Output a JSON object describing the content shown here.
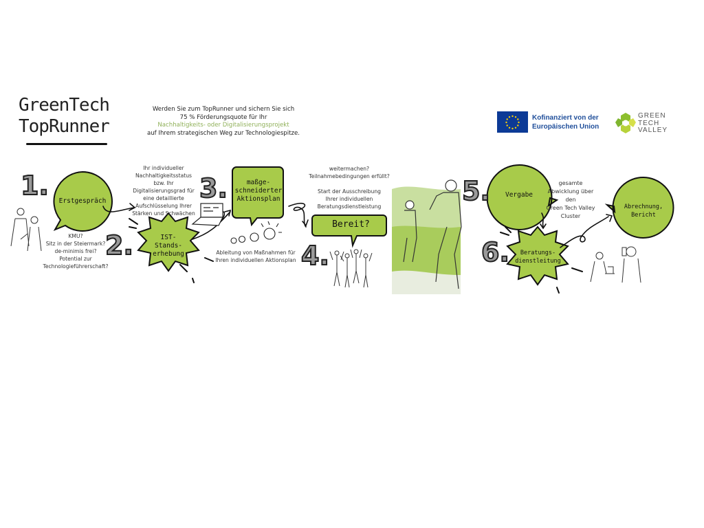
{
  "header": {
    "title_line1": "GreenTech",
    "title_line2": "TopRunner",
    "intro_lines": [
      "Werden Sie zum TopRunner und sichern Sie sich",
      "75 % Förderungsquote für Ihr"
    ],
    "intro_highlight": "Nachhaltigkeits- oder Digitalisierungsprojekt",
    "intro_last": "auf Ihrem strategischen Weg zur Technologiespitze.",
    "eu_line1": "Kofinanziert von der",
    "eu_line2": "Europäischen Union",
    "gtv_lines": [
      "GREEN",
      "TECH",
      "VALLEY"
    ]
  },
  "colors": {
    "accent": "#a8cb4a",
    "eu_blue": "#1f4e9a",
    "eu_flag": "#0c3a96",
    "eu_star": "#ffd200",
    "highlight_text": "#8fb058"
  },
  "steps": [
    {
      "number": "1.",
      "label": "Erstgespräch",
      "notes": [
        "KMU?",
        "Sitz in der Steiermark?",
        "de-minimis frei?",
        "Potential zur",
        "Technologieführerschaft?"
      ]
    },
    {
      "number": "2.",
      "label_lines": [
        "IST-",
        "Stands-",
        "erhebung"
      ],
      "notes": [
        "Ihr individueller",
        "Nachhaltigkeitsstatus",
        "bzw. Ihr",
        "Digitalisierungsgrad für",
        "eine detaillierte",
        "Aufschlüsselung Ihrer",
        "Stärken und Schwächen"
      ]
    },
    {
      "number": "3.",
      "label_lines": [
        "maßge-",
        "schneiderter",
        "Aktionsplan"
      ],
      "notes": [
        "Ableitung von Maßnahmen für",
        "Ihren individuellen Aktionsplan"
      ]
    },
    {
      "number": "4.",
      "label": "Bereit?",
      "notes": [
        "weitermachen?",
        "Teilnahmebedingungen erfüllt?",
        "",
        "Start der Ausschreibung",
        "Ihrer individuellen",
        "Beratungsdienstleistung"
      ]
    },
    {
      "number": "5.",
      "label": "Vergabe",
      "notes": [
        "gesamte",
        "Abwicklung über",
        "den",
        "Green Tech Valley",
        "Cluster"
      ]
    },
    {
      "number": "6.",
      "label_lines": [
        "Beratungs-",
        "dienstleitung"
      ]
    },
    {
      "label_lines": [
        "Abrechnung,",
        "Bericht"
      ]
    }
  ]
}
